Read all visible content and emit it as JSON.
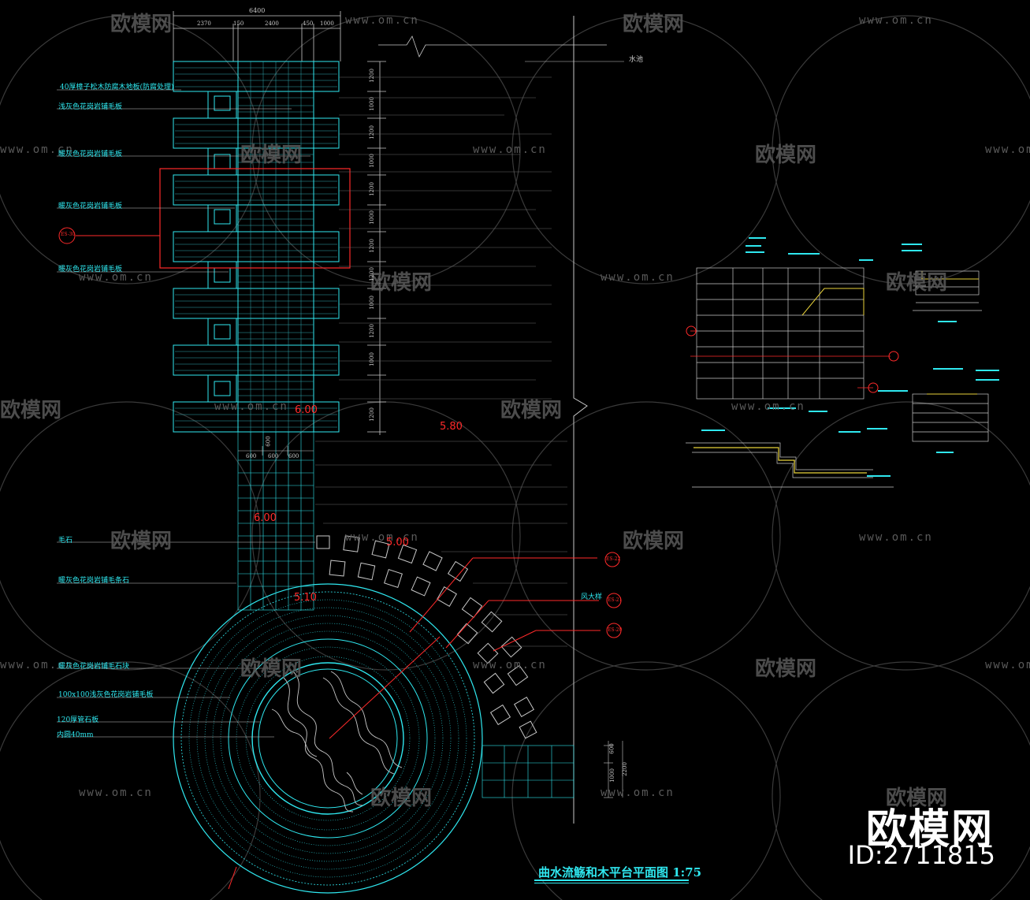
{
  "drawing": {
    "title": "曲水流觞和木平台平面图 1:75",
    "labels": {
      "boardwalk_wood": "40厚樟子松木防腐木地板(防腐处理)",
      "granite_light_a": "浅灰色花岗岩铺毛板",
      "granite_warm_a": "暖灰色花岗岩铺毛板",
      "granite_warm_b": "暖灰色花岗岩铺毛板",
      "granite_warm_c": "暖灰色花岗岩铺毛板",
      "gravel": "毛石",
      "curb_stone": "暖灰色花岗岩铺毛条石",
      "granite_block": "暖灰色花岗岩铺毛石块",
      "granite_100": "100x100浅灰色花岗岩铺毛板",
      "pipe_stone": "120厚管石板",
      "inner_dia": "内圆40mm",
      "water_pool": "水池",
      "wind_stone": "风大样",
      "ref_left": "ES-30",
      "ref_22": "ES-22",
      "ref_21": "ES-21",
      "ref_20": "ES-20"
    },
    "elevations": [
      "6.00",
      "5.80",
      "6.00",
      "5.00",
      "5.10"
    ],
    "dimensions": {
      "top_total": "6400",
      "top_parts": [
        "2370",
        "150",
        "2400",
        "450",
        "1000"
      ],
      "right_stack": [
        "1200",
        "1000",
        "1200",
        "1000",
        "1200",
        "1000",
        "1200",
        "1200",
        "1000",
        "1200",
        "1000",
        "1200"
      ],
      "path_parts": [
        "600",
        "600",
        "600"
      ],
      "path_gap": "600",
      "bottom_right": [
        "600",
        "1000",
        "2200"
      ]
    }
  },
  "watermark": {
    "brand": "欧模网",
    "brand_small": "欧模网",
    "url": "www.om.cn",
    "id": "ID:2711815"
  },
  "colors": {
    "line": "#2fe8f0",
    "dim": "#c8c8c8",
    "accent": "#ff2a2a",
    "background": "#000000"
  }
}
